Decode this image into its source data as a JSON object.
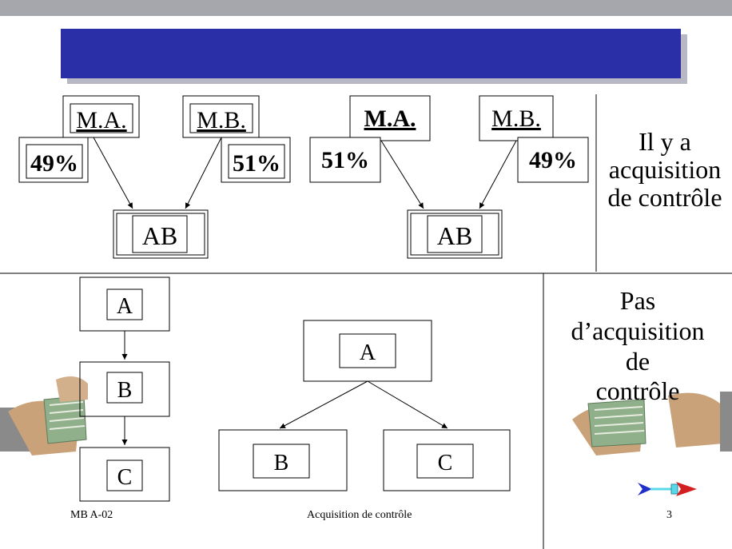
{
  "slide": {
    "colors": {
      "banner": "#2a2fa8",
      "topbar": "#a6a6ad",
      "arrow_red": "#d22020",
      "arrow_blue": "#2030c8",
      "arrow_cyan": "#5ad8e8"
    }
  },
  "diagram1": {
    "parent_a": "M.A.",
    "parent_b": "M.B.",
    "share_a": "49%",
    "share_b": "51%",
    "child": "AB"
  },
  "diagram2": {
    "parent_a": "M.A.",
    "parent_b": "M.B.",
    "share_a": "51%",
    "share_b": "49%",
    "child": "AB"
  },
  "conclusion_top": {
    "line1": "Il y a",
    "line2": "acquisition",
    "line3": "de contrôle"
  },
  "chain_diagram": {
    "top": "A",
    "middle": "B",
    "bottom": "C"
  },
  "tree_diagram": {
    "root": "A",
    "left": "B",
    "right": "C"
  },
  "conclusion_bottom": {
    "line1": "Pas",
    "line2": "d’acquisition",
    "line3": "de",
    "line4": "contrôle"
  },
  "footer": {
    "left": "MB A-02",
    "center": "Acquisition de contrôle",
    "page": "3"
  },
  "icons": [
    "handshake-money-icon",
    "next-arrow-icon"
  ]
}
